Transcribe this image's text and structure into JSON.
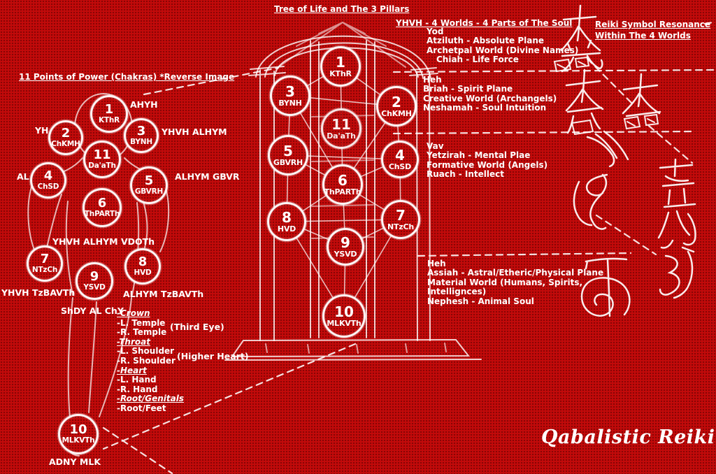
{
  "colors": {
    "background": "#c20a0a",
    "ink": "#ffffff"
  },
  "headings": {
    "chakras": "11 Points of Power (Chakras) *Reverse Image",
    "tree": "Tree of Life and The 3 Pillars",
    "worlds": "YHVH - 4 Worlds - 4 Parts of The Soul",
    "reiki_line1": "Reiki Symbol Resonance",
    "reiki_line2": "Within The 4 Worlds"
  },
  "left_figure": {
    "nodes": [
      {
        "num": "1",
        "name": "KThR",
        "god_name": "AHYH"
      },
      {
        "num": "2",
        "name": "ChKMH",
        "god_name": "YH"
      },
      {
        "num": "3",
        "name": "BYNH",
        "god_name": "YHVH ALHYM"
      },
      {
        "num": "11",
        "name": "Da'aTh",
        "god_name": ""
      },
      {
        "num": "4",
        "name": "ChSD",
        "god_name": "AL"
      },
      {
        "num": "5",
        "name": "GBVRH",
        "god_name": "ALHYM GBVR"
      },
      {
        "num": "6",
        "name": "ThPARTh",
        "god_name": "YHVH ALHYM VDOTh"
      },
      {
        "num": "7",
        "name": "NTzCh",
        "god_name": "YHVH TzBAVTh"
      },
      {
        "num": "8",
        "name": "HVD",
        "god_name": "ALHYM TzBAVTh"
      },
      {
        "num": "9",
        "name": "YSVD",
        "god_name": "ShDY AL ChY"
      },
      {
        "num": "10",
        "name": "MLKVTh",
        "god_name": "ADNY MLK"
      }
    ],
    "body_points": [
      "-Crown",
      "-L. Temple",
      "-R. Temple",
      "-Throat",
      "-L. Shoulder",
      "-R. Shoulder",
      "-Heart",
      "-L. Hand",
      "-R. Hand",
      "-Root/Genitals",
      "-Root/Feet"
    ],
    "annotations": {
      "third_eye": "(Third Eye)",
      "higher_heart": "(Higher Heart)"
    }
  },
  "tree": {
    "nodes": [
      {
        "num": "1",
        "name": "KThR"
      },
      {
        "num": "2",
        "name": "ChKMH"
      },
      {
        "num": "3",
        "name": "BYNH"
      },
      {
        "num": "11",
        "name": "Da'aTh"
      },
      {
        "num": "4",
        "name": "ChSD"
      },
      {
        "num": "5",
        "name": "GBVRH"
      },
      {
        "num": "6",
        "name": "ThPARTh"
      },
      {
        "num": "7",
        "name": "NTzCh"
      },
      {
        "num": "8",
        "name": "HVD"
      },
      {
        "num": "9",
        "name": "YSVD"
      },
      {
        "num": "10",
        "name": "MLKVTh"
      }
    ]
  },
  "worlds": [
    {
      "letter": "Yod",
      "lines": [
        "Atziluth - Absolute Plane",
        "Archetpal World (Divine Names)",
        "Chiah - Life Force"
      ]
    },
    {
      "letter": "Heh",
      "lines": [
        "Briah - Spirit Plane",
        "Creative World (Archangels)",
        "Neshamah - Soul Intuition"
      ]
    },
    {
      "letter": "Vav",
      "lines": [
        "Yetzirah - Mental Plae",
        "Formative World (Angels)",
        "Ruach - Intellect"
      ]
    },
    {
      "letter": "Heh",
      "lines": [
        "Assiah - Astral/Etheric/Physical Plane",
        "Material World (Humans, Spirits,",
        "Intellignces)",
        "Nephesh - Animal Soul"
      ]
    }
  ],
  "footer": {
    "brand": "Qabalistic Reiki"
  },
  "icons": {
    "reiki_symbols": [
      "dai-ko-myo",
      "dai-ko-myo",
      "dai-ko-myo",
      "sei-he-ki",
      "hon-sha-ze-sho-nen",
      "raku",
      "cho-ku-rei"
    ]
  }
}
